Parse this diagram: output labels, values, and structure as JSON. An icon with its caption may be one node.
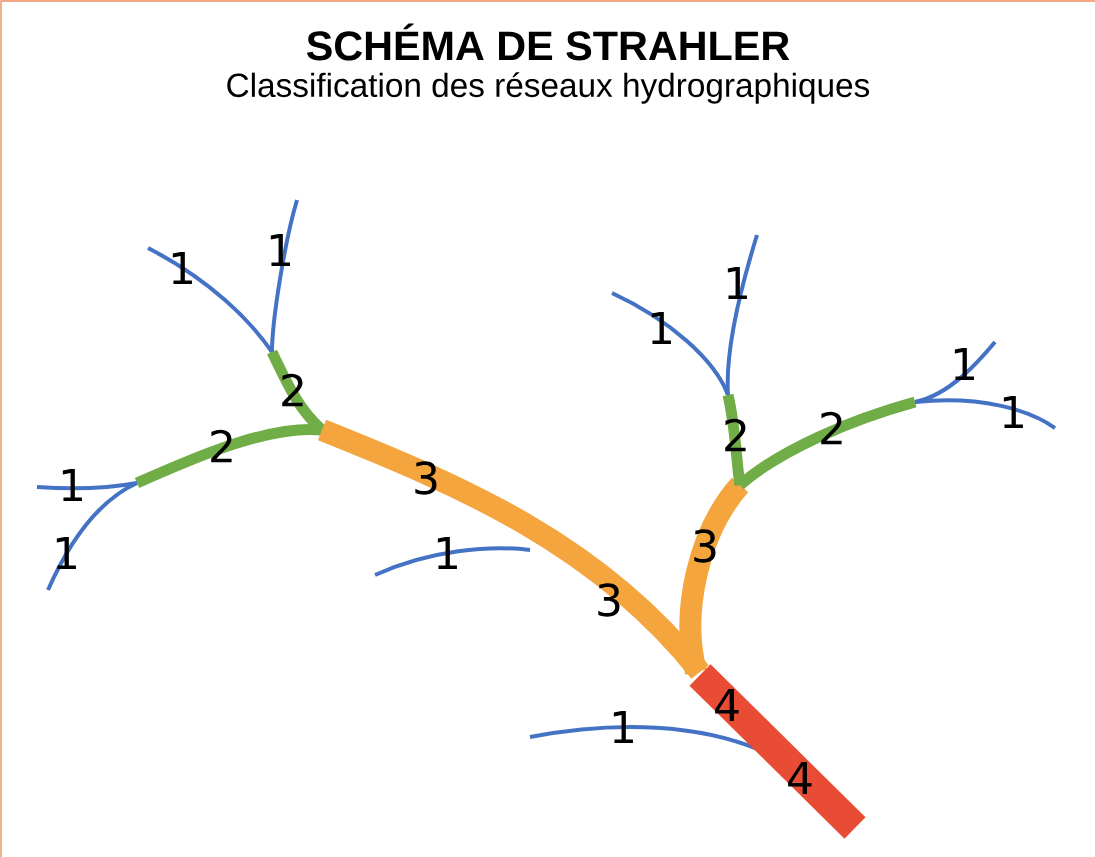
{
  "diagram": {
    "title": "SCHÉMA DE STRAHLER",
    "labels": [
      "Classification des réseaux hydrographiques",
      "1",
      "1",
      "1",
      "1",
      "1",
      "2",
      "1",
      "2",
      "2",
      "2",
      "3",
      "1",
      "3",
      "1",
      "1",
      "3",
      "4",
      "1",
      "4"
    ]
  }
}
